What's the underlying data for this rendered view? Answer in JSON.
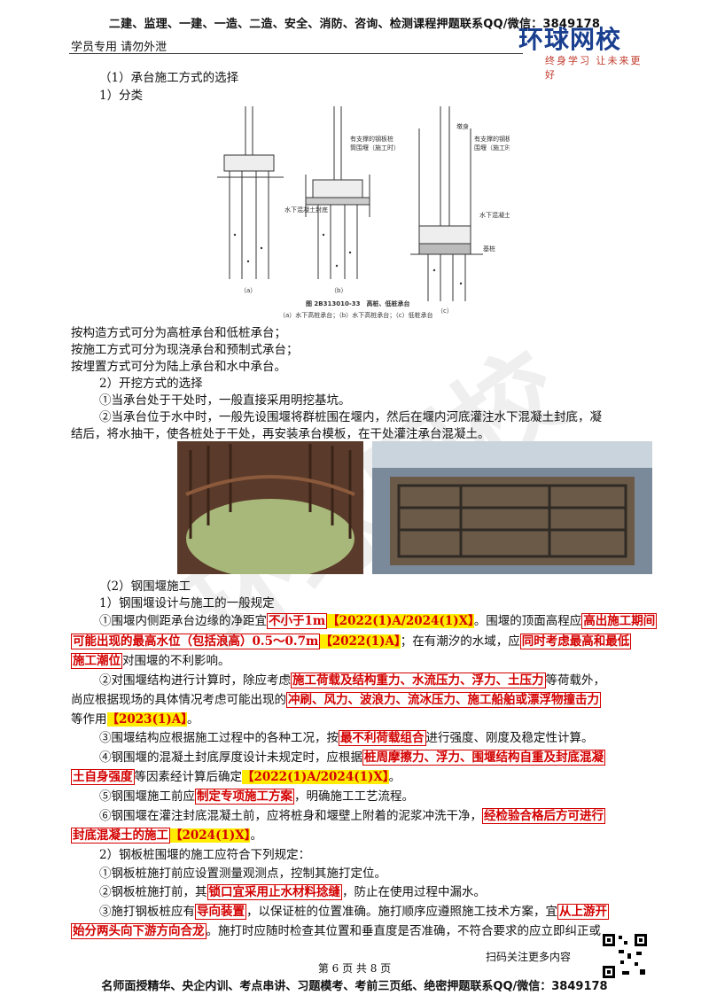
{
  "header": {
    "top_banner": "二建、监理、一建、一造、二造、安全、消防、咨询、检测课程押题联系QQ/微信：3849178",
    "left_note": "学员专用 请勿外泄",
    "logo_text": "环球网校",
    "logo_slogan": "终身学习 让未来更好"
  },
  "section": {
    "h1": "（1）承台施工方式的选择",
    "h1_sub": "1）分类"
  },
  "figure": {
    "label_a1": "有支撑的钢板桩",
    "label_a2": "筒围堰（施工时）",
    "label_b1": "有支撑的钢板桩",
    "label_b2": "围堰（施工时）",
    "label_c1": "墩身",
    "label_water": "水下混凝土封底",
    "label_water2": "水下混凝土封底",
    "label_pile": "基桩",
    "caption": "图 2B313010-33　高桩、低桩承台",
    "sub_caption": "（a）水下高桩承台；（b）水下高桩承台；（c）低桩承台",
    "a": "（a）",
    "b": "（b）",
    "c": "（c）"
  },
  "classify": [
    "按构造方式可分为高桩承台和低桩承台；",
    "按施工方式可分为现浇承台和预制式承台；",
    "按埋置方式可分为陆上承台和水中承台。"
  ],
  "excavation": {
    "title": "2）开挖方式的选择",
    "i1": "①当承台处于干处时，一般直接采用明挖基坑。",
    "i2a": "②当承台位于水中时，一般先设围堰将群桩围在堰内，然后在堰内河底灌注水下混凝土封底，凝",
    "i2b": "结后，将水抽干，使各桩处于干处，再安装承台模板，在干处灌注承台混凝土。"
  },
  "steel": {
    "title": "（2）钢围堰施工",
    "sub": "1）钢围堰设计与施工的一般规定",
    "r1_a": "①围堰内侧距承台边缘的净距宜",
    "r1_b": "不小于1m",
    "r1_c": "【2022(1)A/2024(1)X】",
    "r1_d": "。围堰的顶面高程应",
    "r1_e": "高出施工期间",
    "r2_a": "可能出现的最高水位（包括浪高）0.5～0.7m",
    "r2_b": "【2022(1)A】",
    "r2_c": "；在有潮汐的水域，应",
    "r2_d": "同时考虑最高和最低",
    "r3_a": "施工潮位",
    "r3_b": "对围堰的不利影响。",
    "r4_a": "②对围堰结构进行计算时，除应考虑",
    "r4_b": "施工荷载及结构重力、水流压力、浮力、土压力",
    "r4_c": "等荷载外，",
    "r5_a": "尚应根据现场的具体情况考虑可能出现的",
    "r5_b": "冲刷、风力、波浪力、流冰压力、施工船舶或漂浮物撞击力",
    "r6_a": "等作用",
    "r6_b": "【2023(1)A】",
    "r6_c": "。",
    "r7_a": "③围堰结构应根据施工过程中的各种工况，按",
    "r7_b": "最不利荷载组合",
    "r7_c": "进行强度、刚度及稳定性计算。",
    "r8_a": "④钢围堰的混凝土封底厚度设计未规定时，应根据",
    "r8_b": "桩周摩擦力、浮力、围堰结构自重及封底混凝",
    "r9_a": "土自身强度",
    "r9_b": "等因素经计算后确定",
    "r9_c": "【2022(1)A/2024(1)X】",
    "r9_d": "。",
    "r10_a": "⑤钢围堰施工前应",
    "r10_b": "制定专项施工方案",
    "r10_c": "，明确施工工艺流程。",
    "r11_a": "⑥钢围堰在灌注封底混凝土前，应将桩身和堰壁上附着的泥浆冲洗干净，",
    "r11_b": "经检验合格后方可进行",
    "r12_a": "封底混凝土的施工",
    "r12_b": "【2024(1)X】",
    "r12_c": "。",
    "sub2": "2）钢板桩围堰的施工应符合下列规定：",
    "s1": "①钢板桩施打前应设置测量观测点，控制其施打定位。",
    "s2_a": "②钢板桩施打前，其",
    "s2_b": "锁口宜采用止水材料捻缝",
    "s2_c": "，防止在使用过程中漏水。",
    "s3_a": "③施打钢板桩应有",
    "s3_b": "导向装置",
    "s3_c": "，以保证桩的位置准确。施打顺序应遵照施工技术方案，宜",
    "s3_d": "从上游开",
    "s4_a": "始分两头向下游方向合龙",
    "s4_b": "。施打时应随时检查其位置和垂直度是否准确，不符合要求的应立即纠正或"
  },
  "footer": {
    "page": "第 6 页 共 8 页",
    "qr_text": "扫码关注更多内容",
    "bottom": "名师面授精华、央企内训、考点串讲、习题模考、考前三页纸、绝密押题联系QQ/微信：3849178"
  },
  "colors": {
    "highlight_red": "#d40000",
    "highlight_yellow": "#ffec00",
    "logo_blue": "#1a3f8f"
  }
}
